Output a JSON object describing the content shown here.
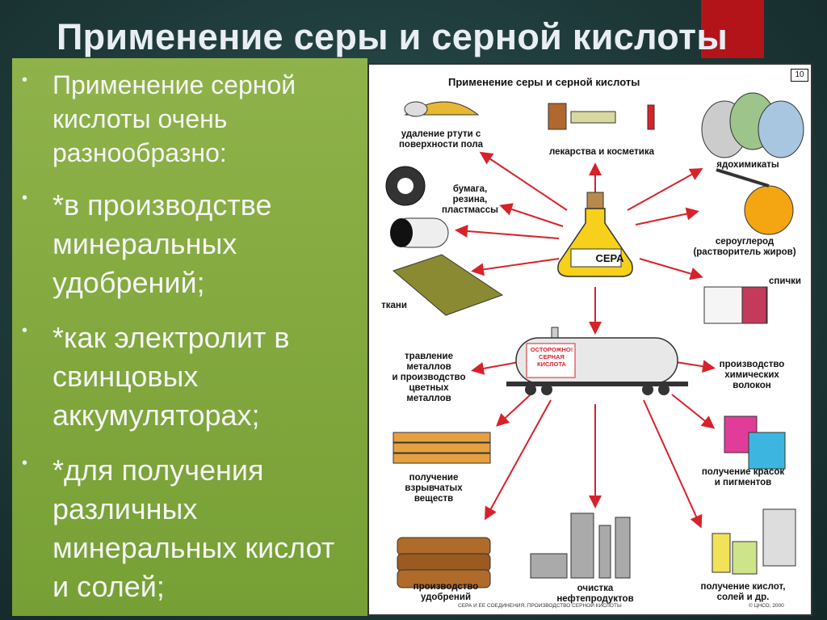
{
  "slide": {
    "title": "Применение серы и серной кислоты",
    "accent_color": "#b3141a",
    "panel_color": "#85aa3f",
    "bullets": [
      {
        "text": "Применение серной кислоты очень разнообразно:"
      },
      {
        "text": "*в производстве минеральных удобрений;"
      },
      {
        "text": "*как электролит в свинцовых аккумуляторах;"
      },
      {
        "text": "*для получения различных минеральных кислот и солей;"
      }
    ]
  },
  "poster": {
    "title": "Применение серы и серной кислоты",
    "number": "10",
    "center_flask": "СЕРА",
    "tank_text": [
      "ОСТОРОЖНО!",
      "СЕРНАЯ",
      "КИСЛОТА"
    ],
    "sulfur_uses": {
      "mercury": [
        "удаление ртути с",
        "поверхности пола"
      ],
      "cosmetics": [
        "лекарства и косметика"
      ],
      "pesticides": [
        "ядохимикаты"
      ],
      "paper": [
        "бумага,",
        "резина,",
        "пластмассы"
      ],
      "carbon_disulfide": [
        "сероуглерод",
        "(растворитель жиров)"
      ],
      "matches": [
        "спички"
      ],
      "fabrics": [
        "ткани"
      ]
    },
    "acid_uses": {
      "etching": [
        "травление",
        "металлов",
        "и производство",
        "цветных",
        "металлов"
      ],
      "fibers": [
        "производство",
        "химических",
        "волокон"
      ],
      "explosives": [
        "получение",
        "взрывчатых",
        "веществ"
      ],
      "paints": [
        "получение красок",
        "и пигментов"
      ],
      "fertilizers": [
        "производство",
        "удобрений"
      ],
      "oil": [
        "очистка",
        "нефтепродуктов"
      ],
      "acids": [
        "получение кислот,",
        "солей и др."
      ]
    },
    "footer_left": "СЕРА И ЕЕ СОЕДИНЕНИЯ. ПРОИЗВОДСТВО СЕРНОЙ КИСЛОТЫ",
    "footer_right": "© ЦНСО, 2000"
  }
}
